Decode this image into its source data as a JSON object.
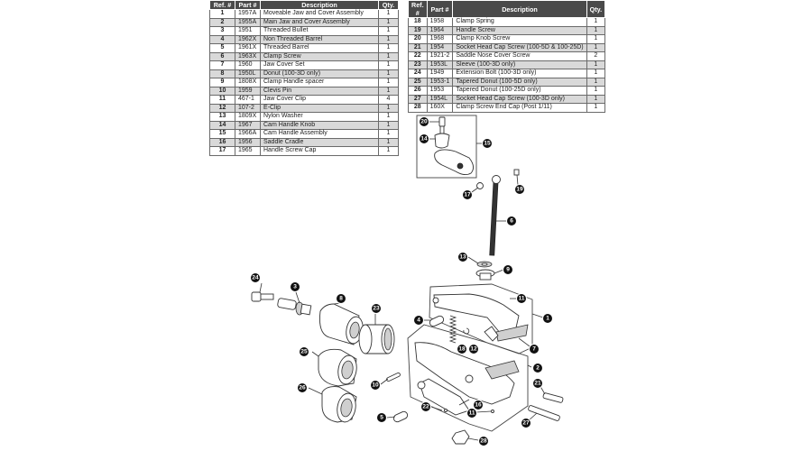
{
  "table_headers": {
    "ref": "Ref. #",
    "part": "Part #",
    "description": "Description",
    "qty": "Qty."
  },
  "parts_left": [
    {
      "ref": "1",
      "part": "1957A",
      "description": "Moveable Jaw and Cover Assembly",
      "qty": "1"
    },
    {
      "ref": "2",
      "part": "1955A",
      "description": "Main Jaw and Cover Assembly",
      "qty": "1"
    },
    {
      "ref": "3",
      "part": "1951",
      "description": "Threaded Bullet",
      "qty": "1"
    },
    {
      "ref": "4",
      "part": "1962X",
      "description": "Non Threaded Barrel",
      "qty": "1"
    },
    {
      "ref": "5",
      "part": "1961X",
      "description": "Threaded Barrel",
      "qty": "1"
    },
    {
      "ref": "6",
      "part": "1963X",
      "description": "Clamp Screw",
      "qty": "1"
    },
    {
      "ref": "7",
      "part": "1960",
      "description": "Jaw Cover Set",
      "qty": "1"
    },
    {
      "ref": "8",
      "part": "1950L",
      "description": "Donut (100-3D only)",
      "qty": "1"
    },
    {
      "ref": "9",
      "part": "1808X",
      "description": "Clamp Handle spacer",
      "qty": "1"
    },
    {
      "ref": "10",
      "part": "1959",
      "description": "Clevis Pin",
      "qty": "1"
    },
    {
      "ref": "11",
      "part": "467-1",
      "description": "Jaw Cover Clip",
      "qty": "4"
    },
    {
      "ref": "12",
      "part": "107-2",
      "description": "E-Clip",
      "qty": "1"
    },
    {
      "ref": "13",
      "part": "1809X",
      "description": "Nylon Washer",
      "qty": "1"
    },
    {
      "ref": "14",
      "part": "1967",
      "description": "Cam Handle Knob",
      "qty": "1"
    },
    {
      "ref": "15",
      "part": "1966A",
      "description": "Cam Handle Assembly",
      "qty": "1"
    },
    {
      "ref": "16",
      "part": "1956",
      "description": "Saddle Cradle",
      "qty": "1"
    },
    {
      "ref": "17",
      "part": "1965",
      "description": "Handle Screw Cap",
      "qty": "1"
    }
  ],
  "parts_right": [
    {
      "ref": "18",
      "part": "1958",
      "description": "Clamp Spring",
      "qty": "1"
    },
    {
      "ref": "19",
      "part": "1964",
      "description": "Handle Screw",
      "qty": "1"
    },
    {
      "ref": "20",
      "part": "1968",
      "description": "Clamp Knob Screw",
      "qty": "1"
    },
    {
      "ref": "21",
      "part": "1954",
      "description": "Socket Head Cap Screw (100-5D & 100-25D)",
      "qty": "1"
    },
    {
      "ref": "22",
      "part": "1921-2",
      "description": "Saddle Nose Cover Screw",
      "qty": "2"
    },
    {
      "ref": "23",
      "part": "1953L",
      "description": "Sleeve (100-3D only)",
      "qty": "1"
    },
    {
      "ref": "24",
      "part": "1949",
      "description": "Extension Bolt (100-3D only)",
      "qty": "1"
    },
    {
      "ref": "25",
      "part": "1953-1",
      "description": "Tapered Donut (100-5D only)",
      "qty": "1"
    },
    {
      "ref": "26",
      "part": "1953",
      "description": "Tapered Donut (100-25D only)",
      "qty": "1"
    },
    {
      "ref": "27",
      "part": "1954L",
      "description": "Socket Head Cap Screw (100-3D only)",
      "qty": "1"
    },
    {
      "ref": "28",
      "part": "160X",
      "description": "Clamp Screw End Cap (Post 1/11)",
      "qty": "1"
    }
  ],
  "callouts": {
    "c1": "1",
    "c2": "2",
    "c3": "3",
    "c4": "4",
    "c5": "5",
    "c6": "6",
    "c7": "7",
    "c8": "8",
    "c9": "9",
    "c10": "10",
    "c11a": "11",
    "c11b": "11",
    "c11c": "11",
    "c12": "12",
    "c13": "13",
    "c14": "14",
    "c15": "15",
    "c16": "16",
    "c17": "17",
    "c18": "18",
    "c19": "19",
    "c20": "20",
    "c21": "21",
    "c22a": "22",
    "c22b": "22",
    "c23": "23",
    "c24": "24",
    "c25": "25",
    "c26": "26",
    "c27": "27",
    "c28": "28"
  }
}
